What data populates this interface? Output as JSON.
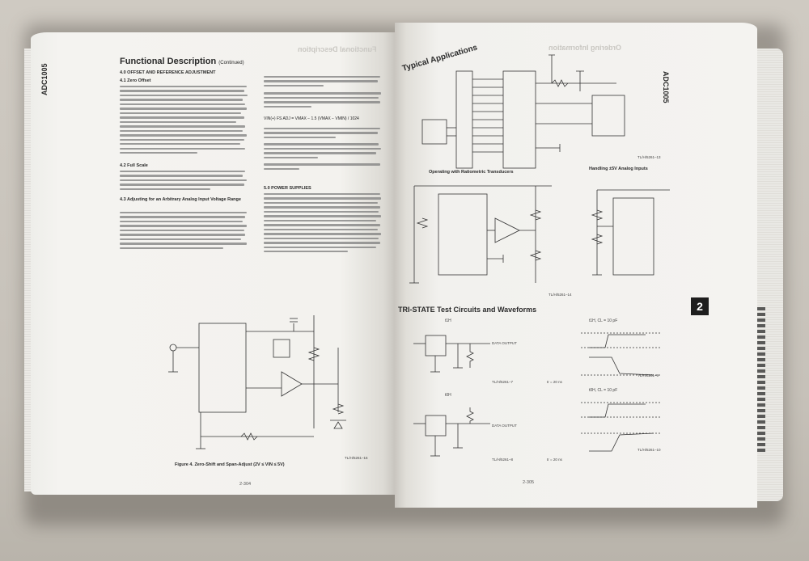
{
  "left_page": {
    "part_number": "ADC1005",
    "title": "Functional Description",
    "title_suffix": "(Continued)",
    "section_offset": "4.0 OFFSET AND REFERENCE ADJUSTMENT",
    "section_zero_offset": "4.1 Zero Offset",
    "section_full_scale": "4.2 Full Scale",
    "section_arbitrary": "4.3 Adjusting for an Arbitrary Analog Input Voltage Range",
    "section_power": "5.0 POWER SUPPLIES",
    "formula": "VIN(+) FS ADJ = VMAX − 1.5 (VMAX − VMIN) / 1024",
    "figure_caption": "Figure 4. Zero-Shift and Span-Adjust (2V ≤ VIN ≤ 5V)",
    "figure_code": "TL/H/5261–16",
    "page_number": "2-304"
  },
  "right_page": {
    "part_number": "ADC1005",
    "title": "Typical Applications",
    "sub_ratiometric": "Operating with Ratiometric Transducers",
    "sub_handling": "Handling ±5V Analog Inputs",
    "tristate_title": "TRI-STATE Test Circuits and Waveforms",
    "t1h_label": "t1H",
    "t0h_label": "t0H",
    "t1h_waveform": "t1H, CL = 10 pF",
    "t0h_waveform": "t0H, CL = 10 pF",
    "data_output": "DATA OUTPUT",
    "code_1": "TL/H/5261–13",
    "code_2": "TL/H/5261–14",
    "code_3": "TL/H/5261–7",
    "code_4": "TL/H/5261–8",
    "code_5": "TL/H/5261–9",
    "code_6": "TL/H/5261–10",
    "tr_label": "tr = 20 ns",
    "page_number": "2-305",
    "chapter_tab": "2"
  }
}
